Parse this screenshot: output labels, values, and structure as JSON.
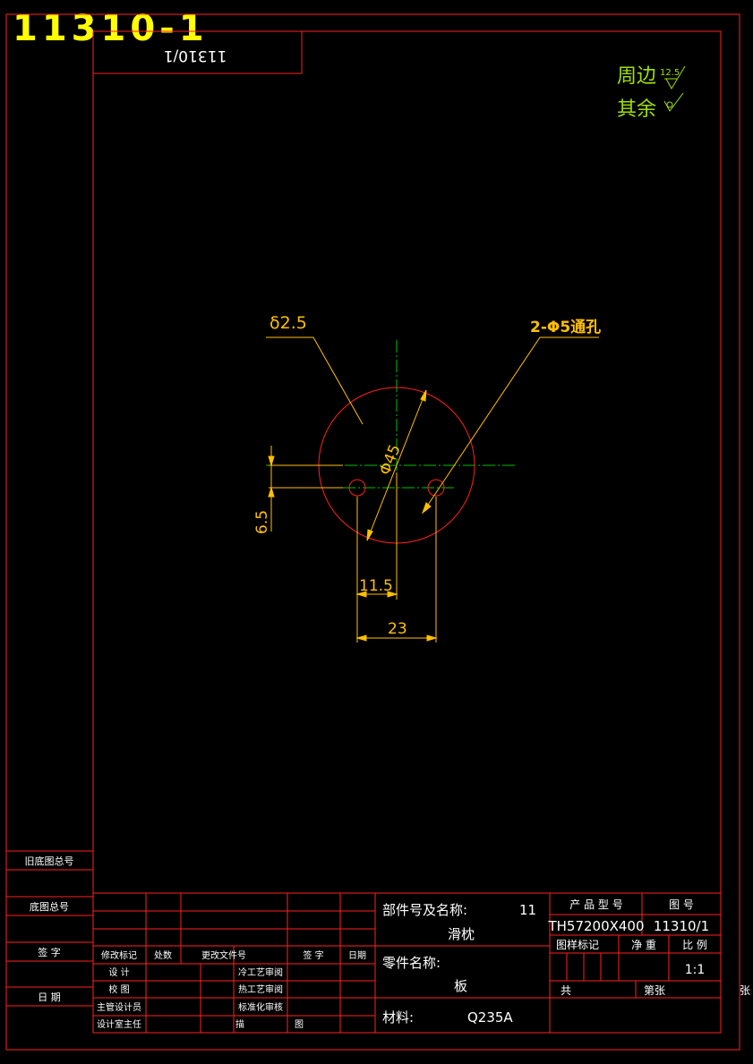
{
  "drawing_number_large": "11310-1",
  "drawing_number_mirrored": "11310/1",
  "roughness": {
    "periphery_label": "周边",
    "periphery_value": "12.5",
    "other_label": "其余"
  },
  "dimensions": {
    "thickness": "δ2.5",
    "holes": "2-Φ5通孔",
    "diameter": "Φ45",
    "offset_vertical": "6.5",
    "offset_half": "11.5",
    "hole_spacing": "23"
  },
  "side_table": {
    "old_base_no": "旧底图总号",
    "base_no": "底图总号",
    "signature": "签 字",
    "date": "日 期"
  },
  "title_block": {
    "rev_mark": "修改标记",
    "count": "处数",
    "change_doc": "更改文件号",
    "signature": "签 字",
    "date": "日期",
    "design": "设 计",
    "check": "校 图",
    "chief_designer": "主管设计员",
    "design_office_head": "设计室主任",
    "process_review_1": "冷工艺审阅",
    "process_review_2": "热工艺审阅",
    "std_review": "标准化审核",
    "approve": "描",
    "drawing": "图",
    "part_group_label": "部件号及名称:",
    "part_group_no": "11",
    "part_group_name": "滑枕",
    "part_name_label": "零件名称:",
    "part_name": "板",
    "material_label": "材料:",
    "material": "Q235A",
    "product_model_label": "产 品 型 号",
    "drawing_no_label": "图 号",
    "product_model": "TH57200X400",
    "drawing_no": "11310/1",
    "drawing_mark_label": "图样标记",
    "weight_label": "净 重",
    "scale_label": "比 例",
    "scale": "1:1",
    "total_label": "共",
    "sheet_label": "第张",
    "sheets_label": "张"
  },
  "colors": {
    "frame": "#ff2020",
    "dimension": "#ffc000",
    "centerline": "#00c000",
    "roughness_text": "#a0e000",
    "title": "#ffff00",
    "text": "#ffffff"
  }
}
